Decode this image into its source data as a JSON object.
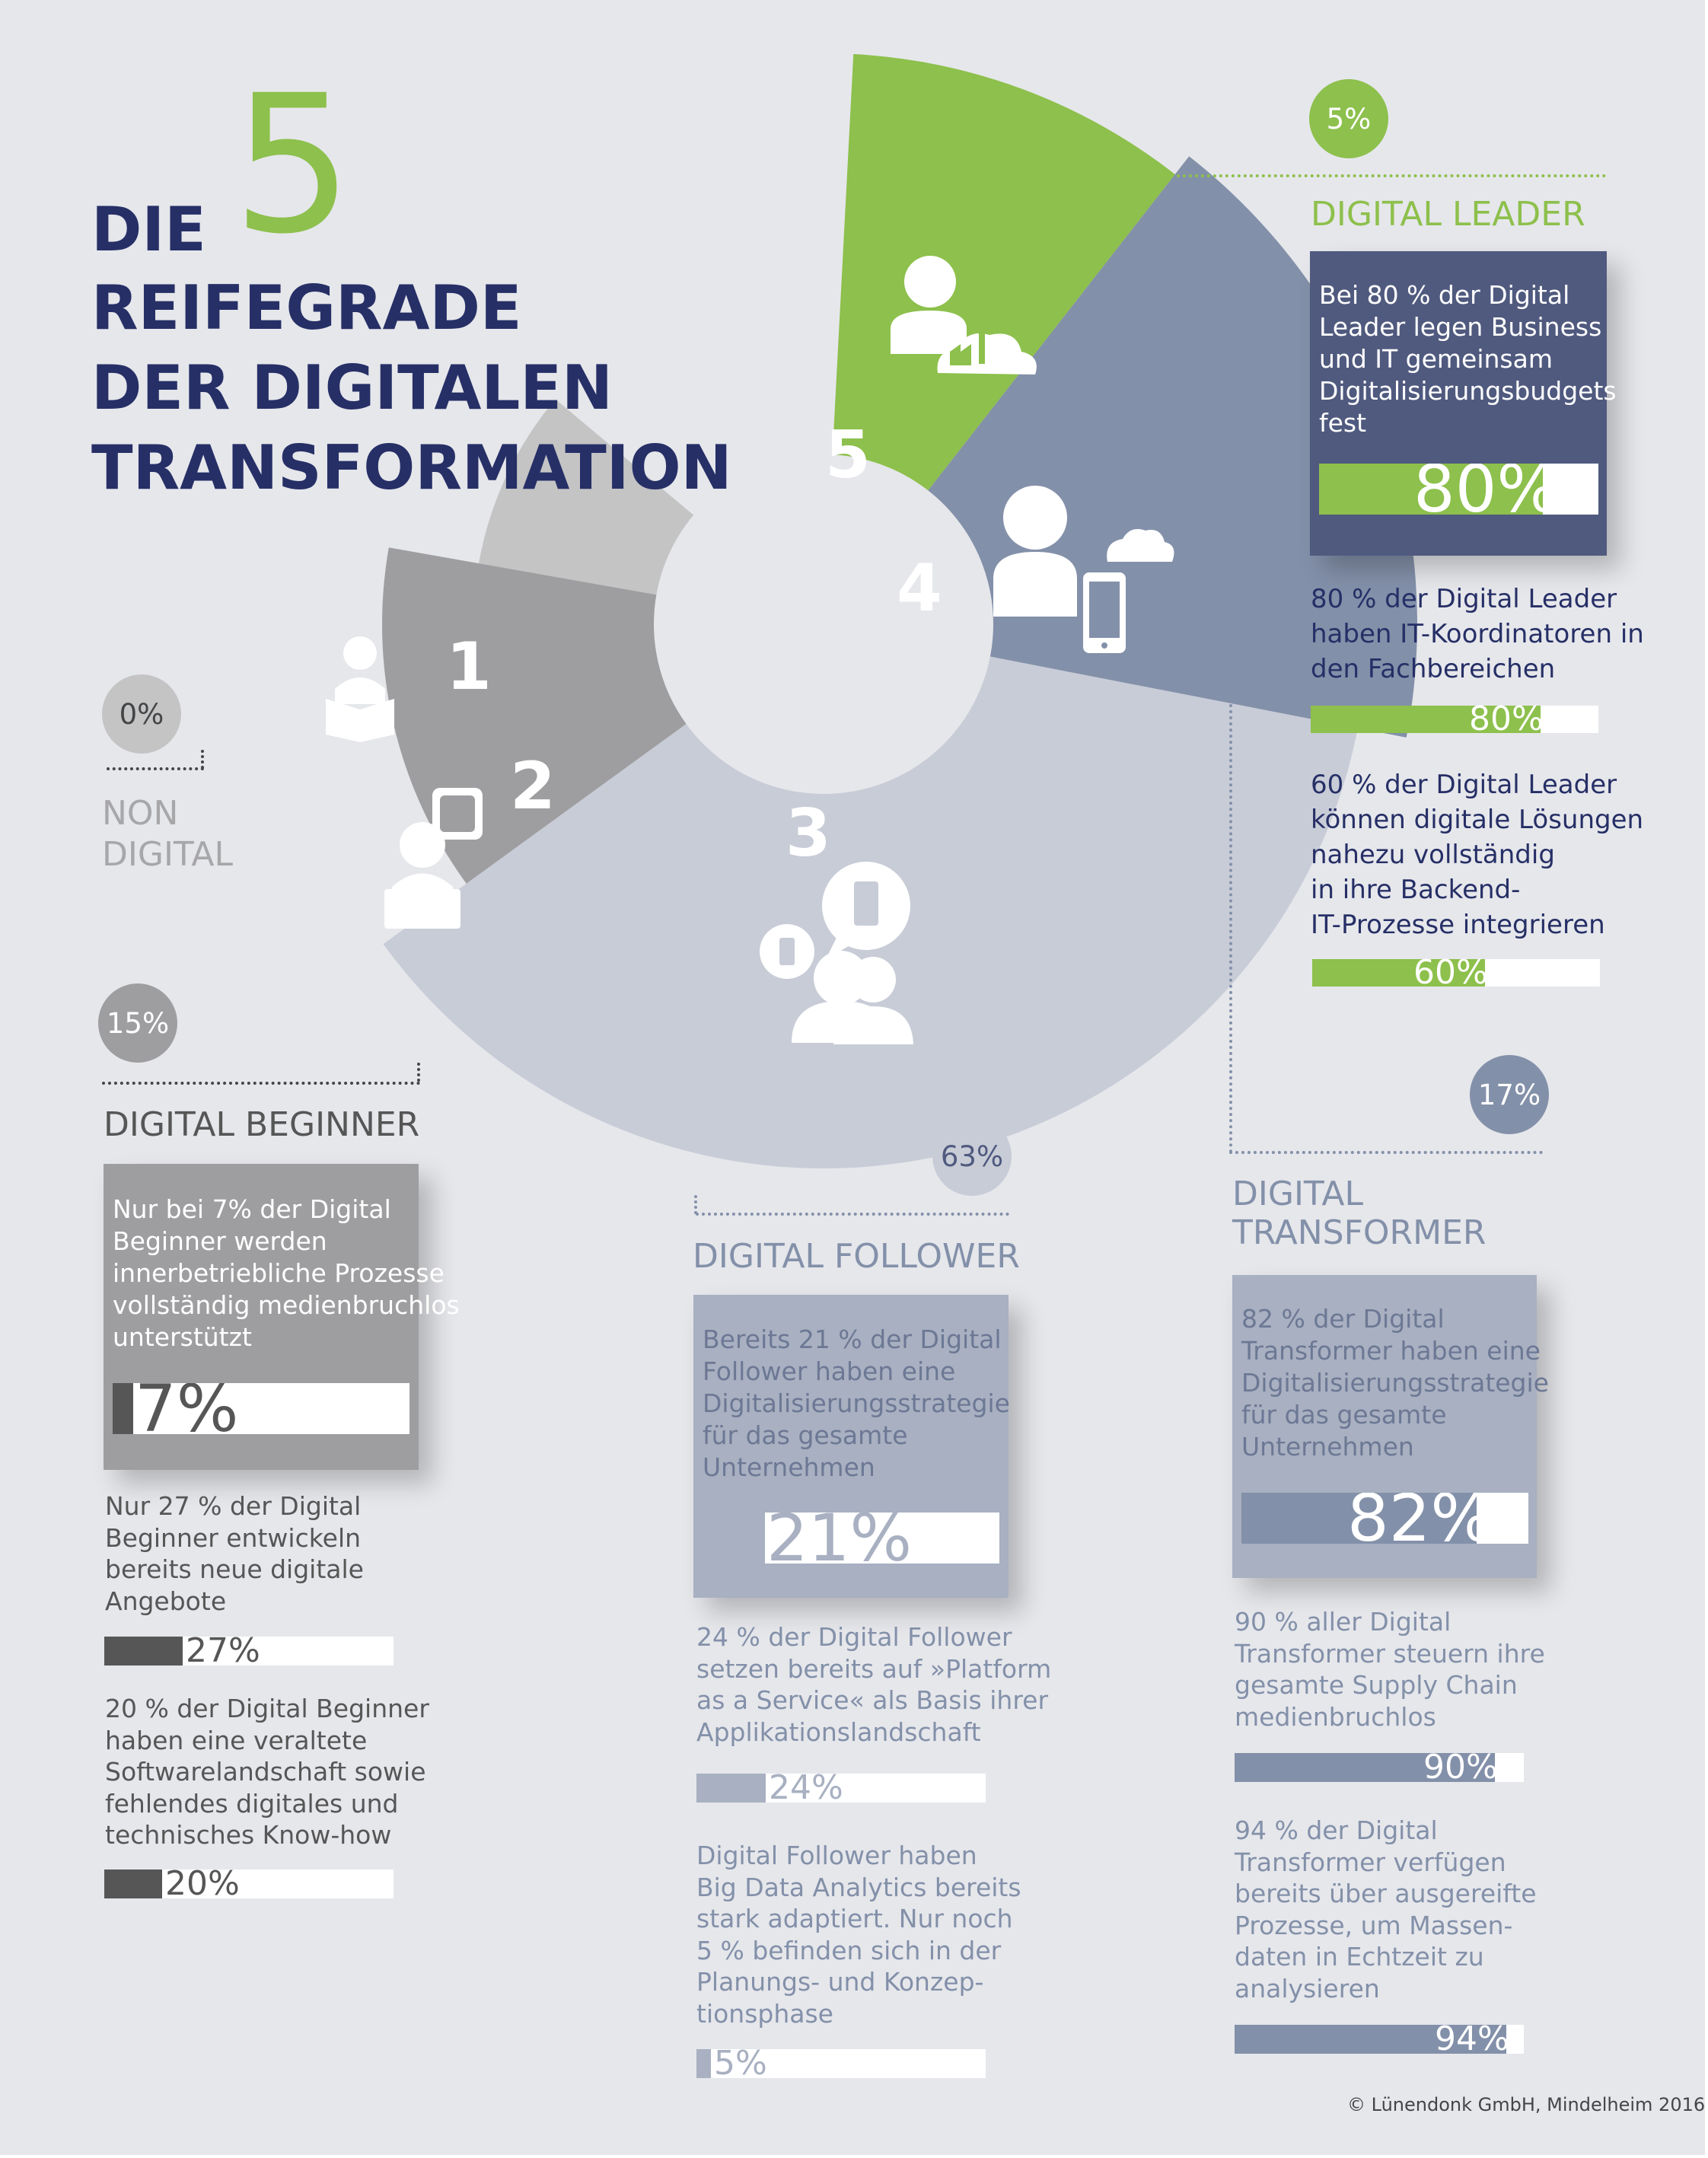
{
  "title": {
    "line1_word": "DIE",
    "big_number": "5",
    "line2": "REIFEGRADE",
    "line3": "DER DIGITALEN",
    "line4": "TRANSFORMATION"
  },
  "colors": {
    "background": "#e6e7eb",
    "title": "#262f66",
    "accent_green": "#8dc04c",
    "leader_box": "#505a7f",
    "transformer": "#8390a9",
    "follower": "#a8b0c1",
    "beginner": "#9e9ea0",
    "nondigital": "#c4c4c5",
    "dark_bar": "#565657",
    "segment_3": "#c8ccd7"
  },
  "segments": [
    {
      "number": "1",
      "icon": "reader-icon"
    },
    {
      "number": "2",
      "icon": "learner-laptop-icon"
    },
    {
      "number": "3",
      "icon": "chat-users-icon"
    },
    {
      "number": "4",
      "icon": "mobile-cloud-user-icon"
    },
    {
      "number": "5",
      "icon": "cloud-factory-user-icon"
    }
  ],
  "non_digital": {
    "percent": "0%",
    "name_line1": "NON",
    "name_line2": "DIGITAL"
  },
  "beginner": {
    "percent": "15%",
    "name": "DIGITAL BEGINNER",
    "box_text": [
      "Nur bei 7% der Digital",
      "Beginner werden",
      "innerbetriebliche Prozesse",
      "vollständig medienbruchlos",
      "unterstützt"
    ],
    "box_value": 7,
    "box_label": "7%",
    "stats": [
      {
        "lines": [
          "Nur 27 % der Digital",
          "Beginner entwickeln",
          "bereits neue digitale",
          "Angebote"
        ],
        "value": 27,
        "label": "27%"
      },
      {
        "lines": [
          "20 % der Digital Beginner",
          "haben eine veraltete",
          "Softwarelandschaft sowie",
          "fehlendes digitales und",
          "technisches Know-how"
        ],
        "value": 20,
        "label": "20%"
      }
    ]
  },
  "follower": {
    "percent": "63%",
    "name": "DIGITAL FOLLOWER",
    "box_text": [
      "Bereits 21 % der Digital",
      "Follower haben eine",
      "Digitalisierungsstrategie",
      "für das gesamte",
      "Unternehmen"
    ],
    "box_value": 21,
    "box_label": "21%",
    "stats": [
      {
        "lines": [
          "24 % der Digital Follower",
          "setzen bereits auf »Platform",
          "as a Service« als Basis ihrer",
          "Applikationslandschaft"
        ],
        "value": 24,
        "label": "24%"
      },
      {
        "lines": [
          "Digital Follower haben",
          "Big Data Analytics bereits",
          "stark adaptiert. Nur noch",
          "5 % befinden sich in der",
          "Planungs- und Konzep-",
          "tionsphase"
        ],
        "value": 5,
        "label": "5%"
      }
    ]
  },
  "leader": {
    "percent": "5%",
    "name": "DIGITAL LEADER",
    "box_text": [
      "Bei 80 % der Digital",
      "Leader legen Business",
      "und IT gemeinsam",
      "Digitalisierungsbudgets",
      "fest"
    ],
    "box_value": 80,
    "box_label": "80%",
    "stats": [
      {
        "lines": [
          "80 % der Digital Leader",
          "haben IT-Koordinatoren in",
          "den Fachbereichen"
        ],
        "value": 80,
        "label": "80%"
      },
      {
        "lines": [
          "60 % der Digital Leader",
          "können digitale Lösungen",
          "nahezu vollständig",
          "in ihre Backend-",
          "IT-Prozesse integrieren"
        ],
        "value": 60,
        "label": "60%"
      }
    ]
  },
  "transformer": {
    "percent": "17%",
    "name_line1": "DIGITAL",
    "name_line2": "TRANSFORMER",
    "box_text": [
      "82 % der Digital",
      "Transformer haben eine",
      "Digitalisierungsstrategie",
      "für das gesamte",
      "Unternehmen"
    ],
    "box_value": 82,
    "box_label": "82%",
    "stats": [
      {
        "lines": [
          "90 % aller Digital",
          "Transformer steuern ihre",
          "gesamte Supply Chain",
          "medienbruchlos"
        ],
        "value": 90,
        "label": "90%"
      },
      {
        "lines": [
          "94 % der Digital",
          "Transformer verfügen",
          "bereits über ausgereifte",
          "Prozesse, um Massen-",
          "daten in Echtzeit zu",
          "analysieren"
        ],
        "value": 94,
        "label": "94%"
      }
    ]
  },
  "copyright": "© Lünendonk GmbH, Mindelheim 2016"
}
